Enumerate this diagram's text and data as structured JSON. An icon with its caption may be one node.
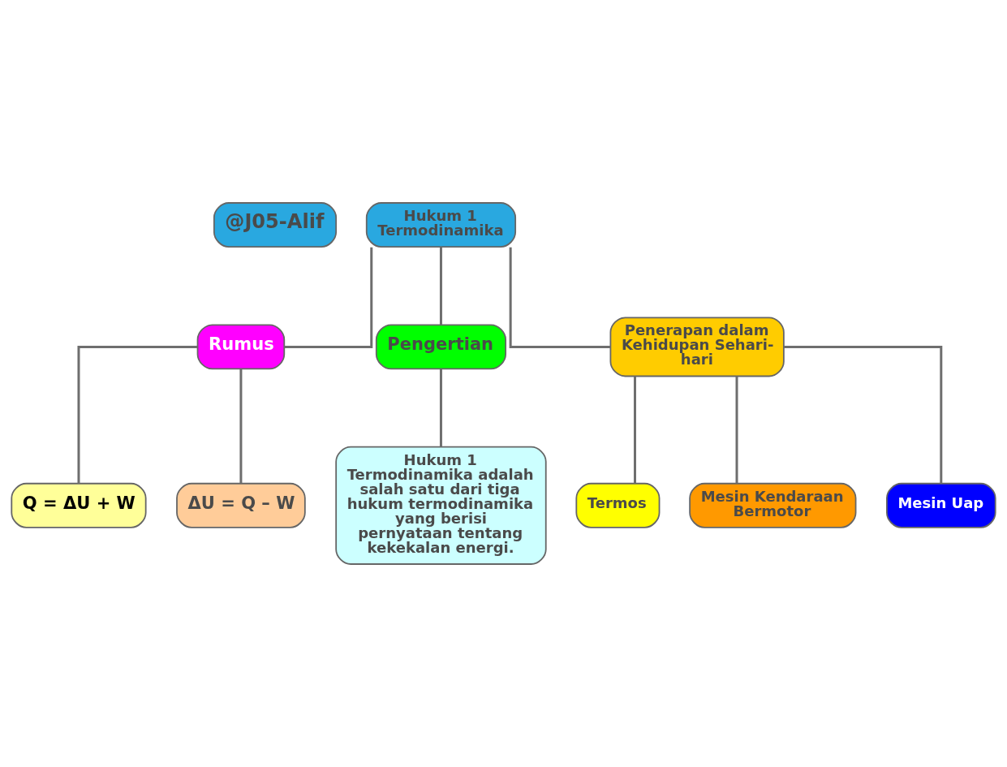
{
  "diagram": {
    "nodes": [
      {
        "text": [
          "@J05-Alif"
        ]
      },
      {
        "text": [
          "Hukum 1 Termodinamika"
        ]
      },
      {
        "text": [
          "Rumus"
        ]
      },
      {
        "text": [
          "Pengertian"
        ]
      },
      {
        "text": [
          "Penerapan dalam Kehidupan Sehari-hari"
        ]
      },
      {
        "text": [
          "Q = ΔU + W"
        ]
      },
      {
        "text": [
          "ΔU = Q – W"
        ]
      },
      {
        "text": [
          "Hukum 1 Termodinamika adalah salah satu dari tiga hukum termodinamika yang berisi pernyataan tentang kekekalan energi."
        ]
      },
      {
        "text": [
          "Termos"
        ]
      },
      {
        "text": [
          "Mesin Kendaraan Bermotor"
        ]
      },
      {
        "text": [
          "Mesin Uap"
        ]
      }
    ],
    "edges": [
      {
        "from": 1,
        "to": 2,
        "arrow": "none"
      },
      {
        "from": 1,
        "to": 3,
        "arrow": "none"
      },
      {
        "from": 1,
        "to": 4,
        "arrow": "none"
      },
      {
        "from": 2,
        "to": 5,
        "arrow": "none"
      },
      {
        "from": 2,
        "to": 6,
        "arrow": "none"
      },
      {
        "from": 3,
        "to": 7,
        "arrow": "none"
      },
      {
        "from": 4,
        "to": 8,
        "arrow": "none"
      },
      {
        "from": 4,
        "to": 9,
        "arrow": "none"
      },
      {
        "from": 4,
        "to": 10,
        "arrow": "none"
      }
    ]
  }
}
